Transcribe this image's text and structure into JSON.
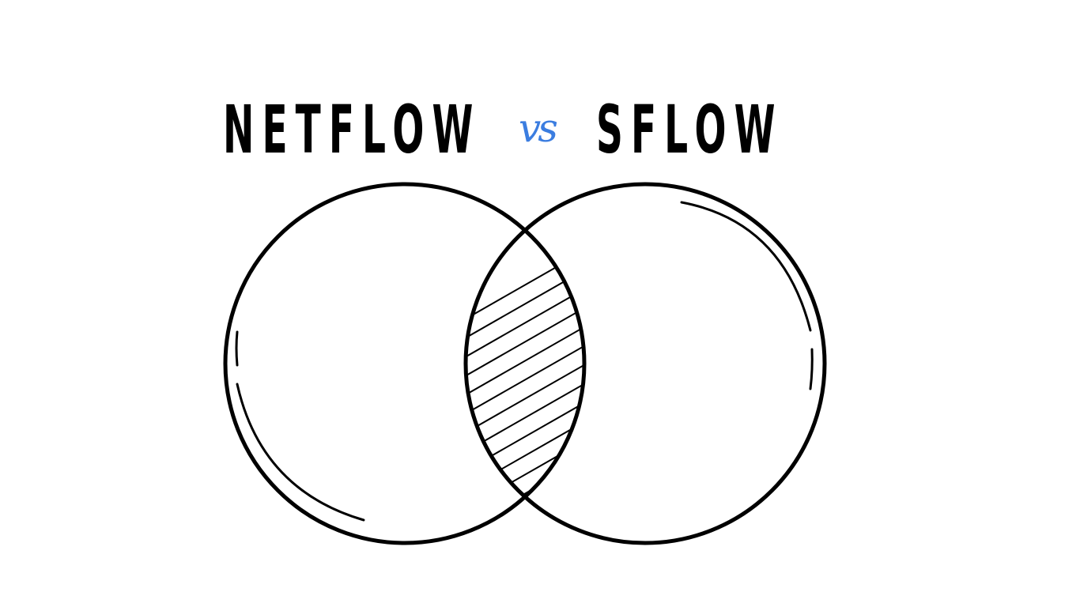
{
  "title": {
    "left": "NETFLOW",
    "connector": "vs",
    "right": "SFLOW"
  },
  "colors": {
    "ink": "#000000",
    "accent": "#3b7de0",
    "background": "#ffffff"
  },
  "diagram": {
    "type": "venn",
    "sets": 2,
    "intersection_fill": "hatched"
  }
}
